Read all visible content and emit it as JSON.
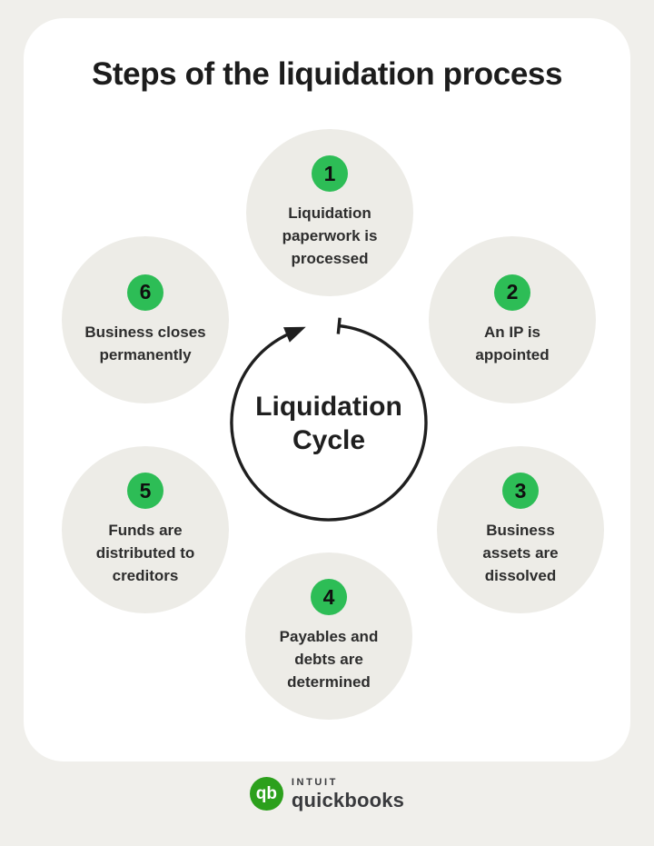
{
  "title": "Steps of the liquidation process",
  "cycle": {
    "label": "Liquidation\nCycle"
  },
  "steps": [
    {
      "number": "1",
      "label": "Liquidation\npaperwork is\nprocessed"
    },
    {
      "number": "2",
      "label": "An IP is\nappointed"
    },
    {
      "number": "3",
      "label": "Business\nassets are\ndissolved"
    },
    {
      "number": "4",
      "label": "Payables and\ndebts are\ndetermined"
    },
    {
      "number": "5",
      "label": "Funds are\ndistributed to\ncreditors"
    },
    {
      "number": "6",
      "label": "Business closes\npermanently"
    }
  ],
  "footer": {
    "monogram": "qb",
    "brand_top": "intuit",
    "brand_bottom": "quickbooks"
  },
  "icons": {
    "cycle_arrow": "clockwise-cycle-arrow-icon",
    "qb_monogram": "quickbooks-logo-icon"
  },
  "colors": {
    "background": "#f0efeb",
    "card": "#ffffff",
    "step_circle": "#edece7",
    "badge_green": "#2dbd56",
    "logo_green": "#2ca01c",
    "text": "#2d2d2d",
    "line": "#1f1f1f"
  }
}
